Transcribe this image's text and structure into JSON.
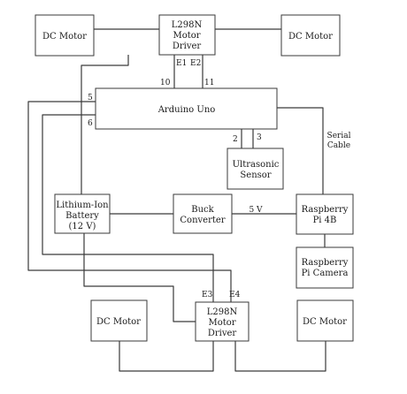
{
  "blocks": {
    "dc_motor_top_left": {
      "lines": [
        "DC Motor"
      ]
    },
    "l298n_top": {
      "lines": [
        "L298N",
        "Motor",
        "Driver"
      ]
    },
    "dc_motor_top_right": {
      "lines": [
        "DC Motor"
      ]
    },
    "arduino_uno": {
      "lines": [
        "Arduino Uno"
      ]
    },
    "ultrasonic_sensor": {
      "lines": [
        "Ultrasonic",
        "Sensor"
      ]
    },
    "lithium_ion_battery": {
      "lines": [
        "Lithium-Ion",
        "Battery",
        "(12 V)"
      ]
    },
    "buck_converter": {
      "lines": [
        "Buck",
        "Converter"
      ]
    },
    "raspberry_pi_4b": {
      "lines": [
        "Raspberry",
        "Pi 4B"
      ]
    },
    "raspberry_pi_camera": {
      "lines": [
        "Raspberry",
        "Pi Camera"
      ]
    },
    "dc_motor_bottom_left": {
      "lines": [
        "DC Motor"
      ]
    },
    "l298n_bottom": {
      "lines": [
        "L298N",
        "Motor",
        "Driver"
      ]
    },
    "dc_motor_bottom_right": {
      "lines": [
        "DC Motor"
      ]
    }
  },
  "labels": {
    "e1": "E1",
    "e2": "E2",
    "pin_10": "10",
    "pin_11": "11",
    "pin_5": "5",
    "pin_6": "6",
    "pin_2": "2",
    "pin_3": "3",
    "serial_cable": [
      "Serial",
      "Cable"
    ],
    "five_volt": "5 V",
    "e3": "E3",
    "e4": "E4"
  }
}
